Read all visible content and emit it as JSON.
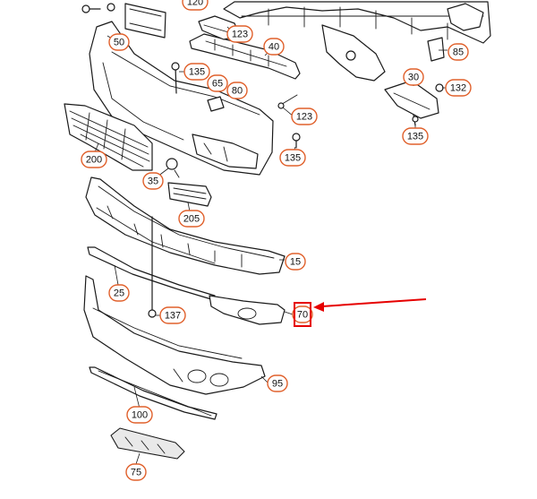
{
  "highlight_color": "#e60000",
  "callout_color": "#e0602b",
  "callouts": [
    {
      "id": "c120",
      "label": "120"
    },
    {
      "id": "c50",
      "label": "50"
    },
    {
      "id": "c123a",
      "label": "123"
    },
    {
      "id": "c40",
      "label": "40"
    },
    {
      "id": "c85",
      "label": "85"
    },
    {
      "id": "c135a",
      "label": "135"
    },
    {
      "id": "c65",
      "label": "65"
    },
    {
      "id": "c80",
      "label": "80"
    },
    {
      "id": "c30",
      "label": "30"
    },
    {
      "id": "c132",
      "label": "132"
    },
    {
      "id": "c123b",
      "label": "123"
    },
    {
      "id": "c135b",
      "label": "135"
    },
    {
      "id": "c200",
      "label": "200"
    },
    {
      "id": "c135c",
      "label": "135"
    },
    {
      "id": "c35",
      "label": "35"
    },
    {
      "id": "c205",
      "label": "205"
    },
    {
      "id": "c15",
      "label": "15"
    },
    {
      "id": "c25",
      "label": "25"
    },
    {
      "id": "c137",
      "label": "137"
    },
    {
      "id": "c70",
      "label": "70"
    },
    {
      "id": "c95",
      "label": "95"
    },
    {
      "id": "c100",
      "label": "100"
    },
    {
      "id": "c75",
      "label": "75"
    }
  ],
  "highlighted_part": "70"
}
